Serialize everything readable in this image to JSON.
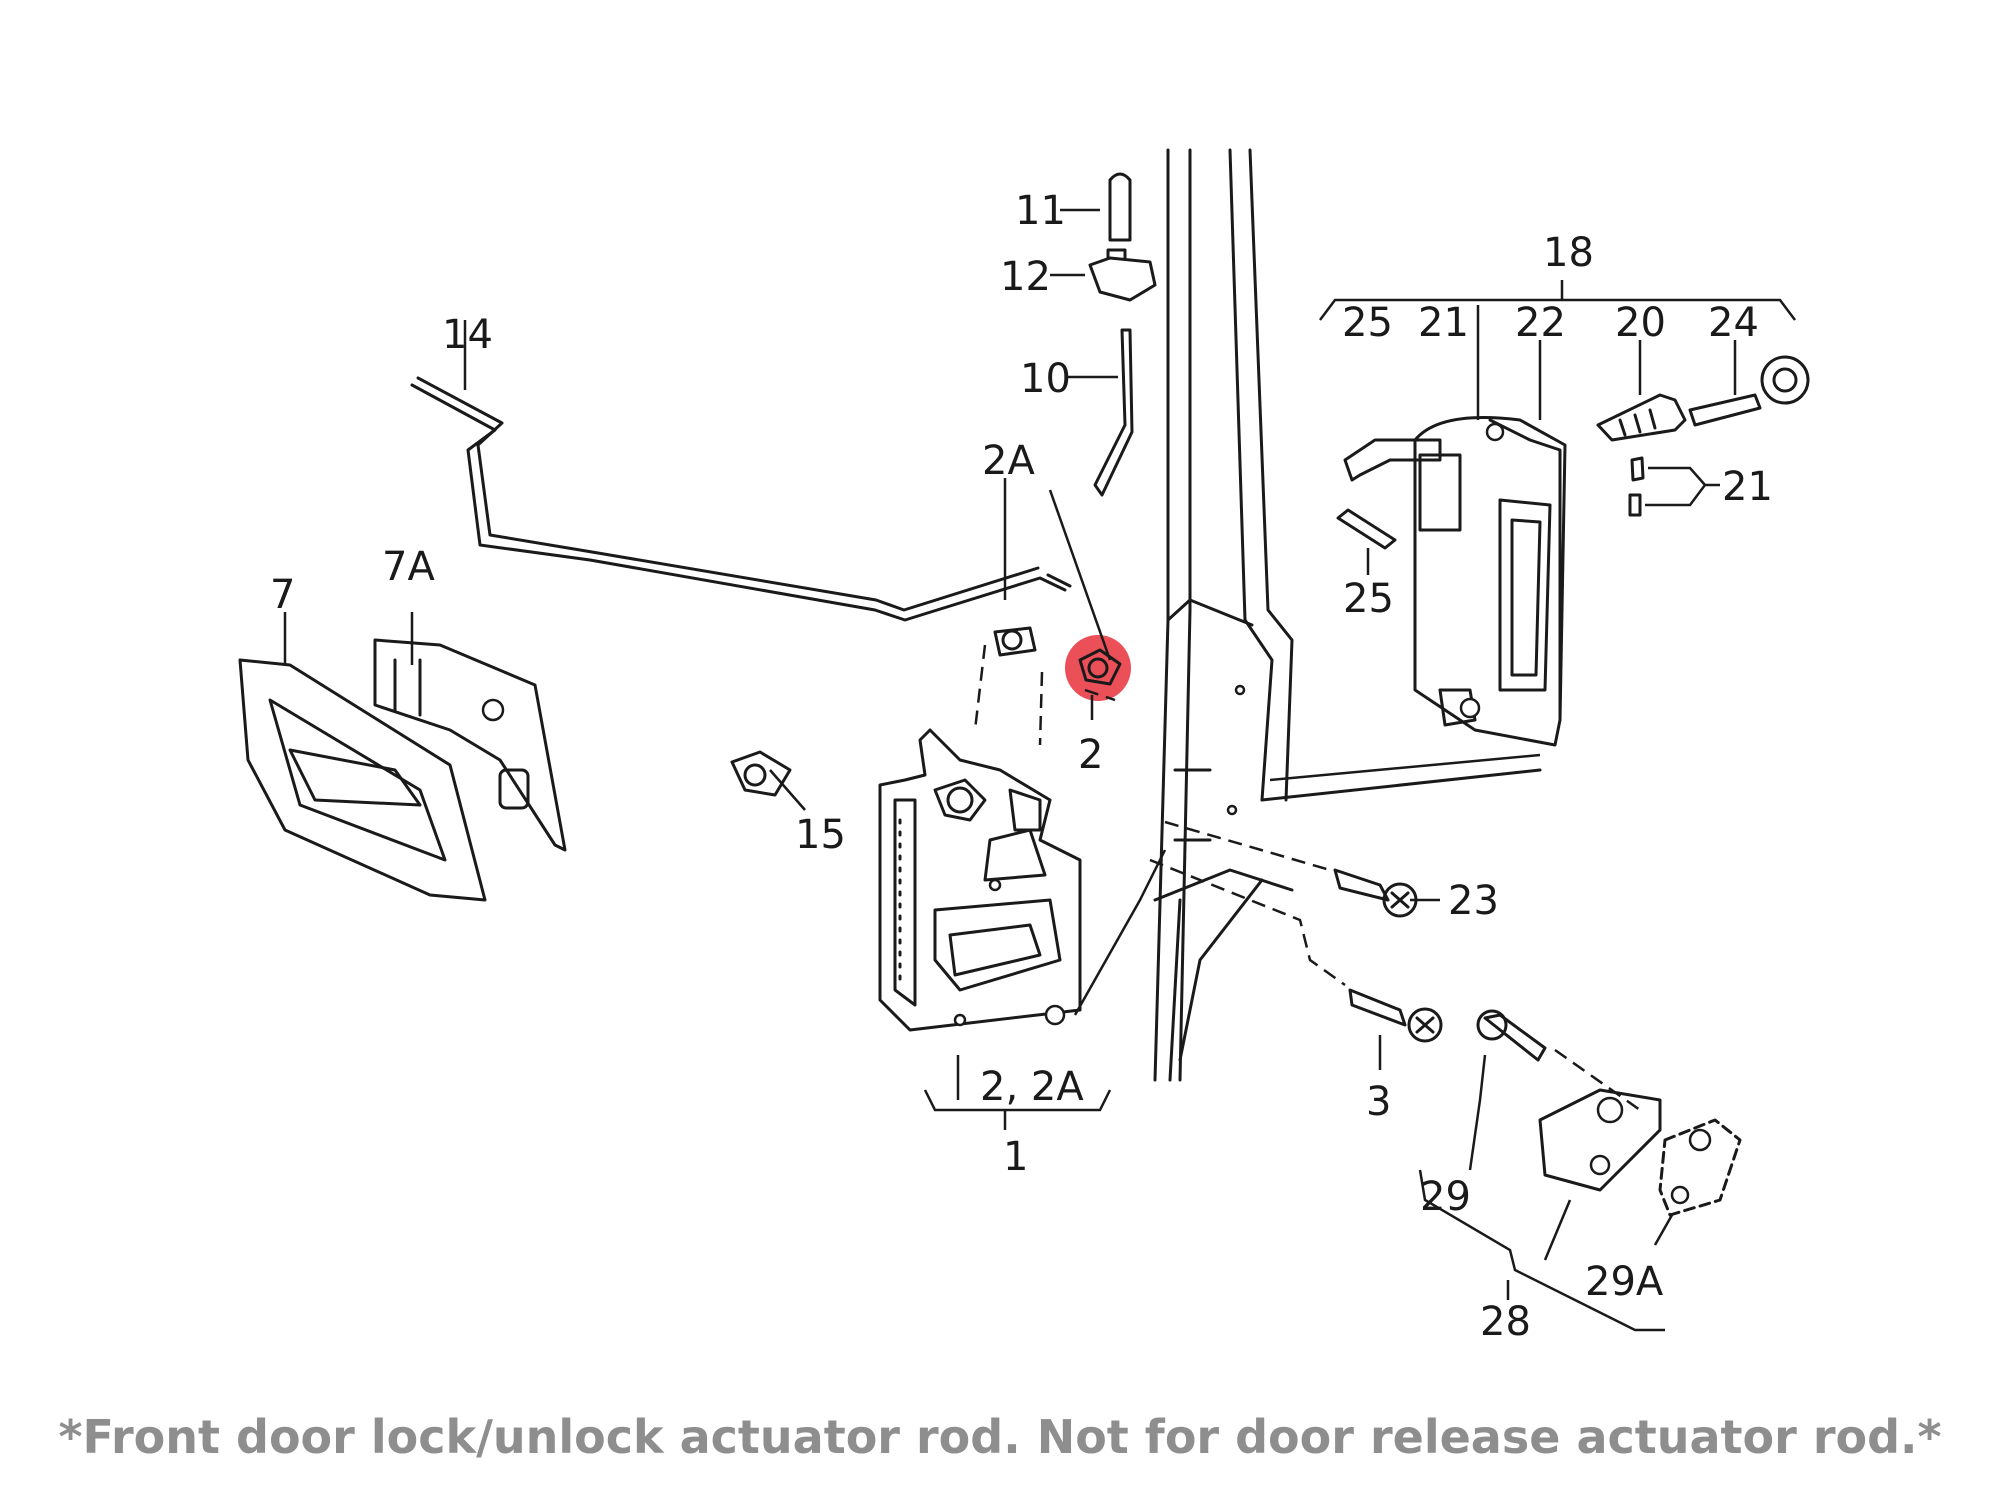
{
  "callouts": {
    "p1": "1",
    "p2": "2",
    "p2_2a": "2, 2A",
    "p2a": "2A",
    "p3": "3",
    "p7": "7",
    "p7a": "7A",
    "p10": "10",
    "p11": "11",
    "p12": "12",
    "p14": "14",
    "p15": "15",
    "p18": "18",
    "p20": "20",
    "p21_top": "21",
    "p21_side": "21",
    "p22": "22",
    "p23": "23",
    "p24": "24",
    "p25_top": "25",
    "p25_side": "25",
    "p28": "28",
    "p29": "29",
    "p29a": "29A"
  },
  "highlight_color": "#e8303a",
  "caption": "*Front door lock/unlock actuator rod. Not for door release actuator rod.*"
}
